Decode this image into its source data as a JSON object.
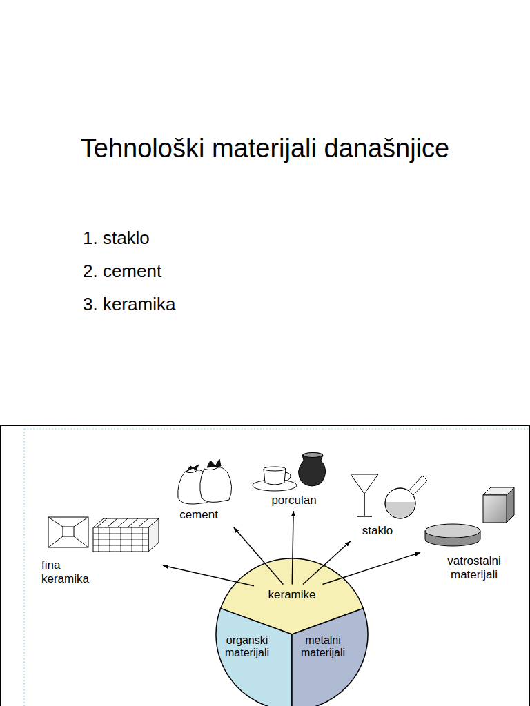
{
  "diagram": {
    "title": "Tehnološki materijali današnjice",
    "nodes": [
      {
        "text": [
          "cement"
        ]
      },
      {
        "text": [
          "porculan"
        ]
      },
      {
        "text": [
          "staklo"
        ]
      },
      {
        "text": [
          "fina keramika"
        ]
      },
      {
        "text": [
          "vatrostalni materijali"
        ]
      },
      {
        "text": [
          "keramike"
        ]
      },
      {
        "text": [
          "organski materijali"
        ]
      },
      {
        "text": [
          "metalni materijali"
        ]
      }
    ],
    "edges": [
      {
        "from": 5,
        "to": 0,
        "arrow": "to"
      },
      {
        "from": 5,
        "to": 1,
        "arrow": "to"
      },
      {
        "from": 5,
        "to": 2,
        "arrow": "to"
      },
      {
        "from": 5,
        "to": 3,
        "arrow": "to"
      },
      {
        "from": 5,
        "to": 4,
        "arrow": "to"
      }
    ],
    "labels": [
      "1. staklo",
      "2. cement",
      "3. keramika"
    ]
  }
}
